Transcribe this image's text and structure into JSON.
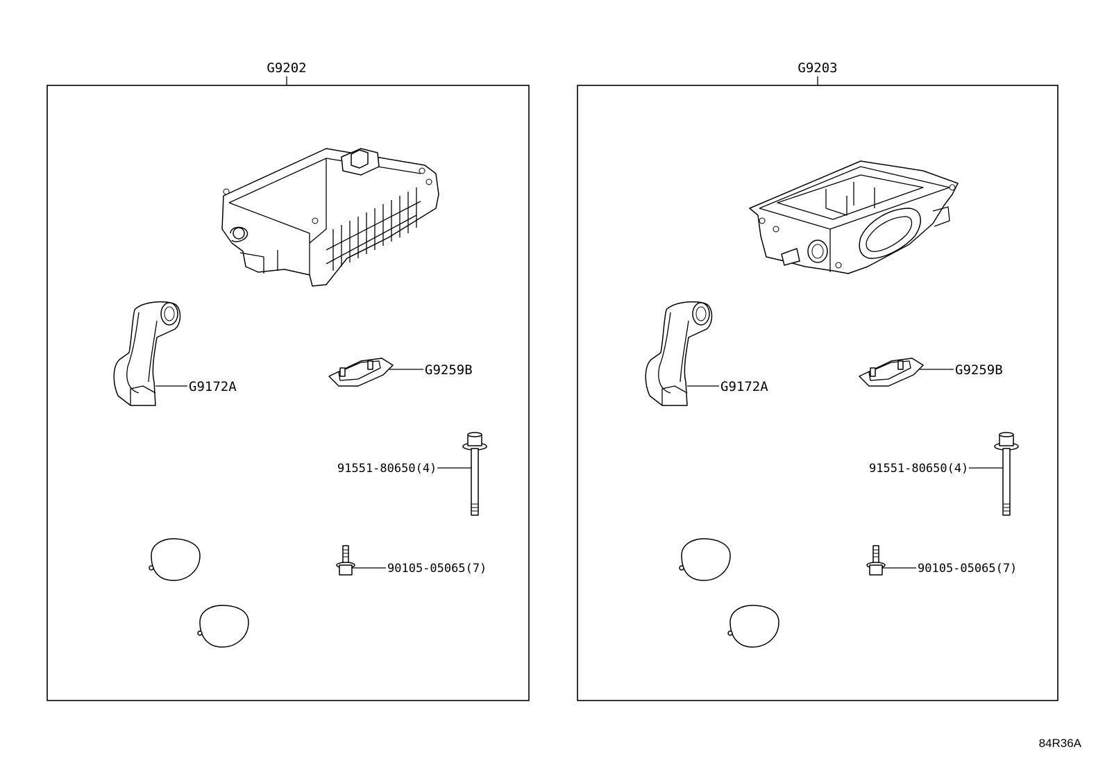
{
  "drawing_code": "84R36A",
  "assemblies": [
    {
      "label": "G9202",
      "parts": {
        "pipe": "G9172A",
        "bracket": "G9259B",
        "long_bolt": "91551-80650(4)",
        "short_bolt": "90105-05065(7)"
      }
    },
    {
      "label": "G9203",
      "parts": {
        "pipe": "G9172A",
        "bracket": "G9259B",
        "long_bolt": "91551-80650(4)",
        "short_bolt": "90105-05065(7)"
      }
    }
  ]
}
